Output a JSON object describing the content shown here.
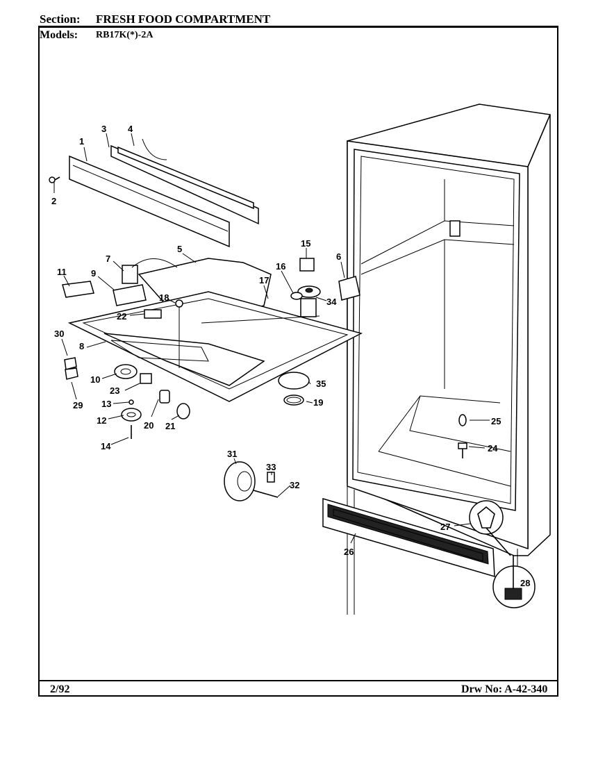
{
  "header": {
    "section_label": "Section:",
    "section_value": "FRESH FOOD COMPARTMENT",
    "models_label": "Models:",
    "models_value": "RB17K(*)-2A"
  },
  "footer": {
    "date": "2/92",
    "drawing_number": "Drw No: A-42-340"
  },
  "callouts": [
    "1",
    "2",
    "3",
    "4",
    "5",
    "6",
    "7",
    "8",
    "9",
    "10",
    "11",
    "12",
    "13",
    "14",
    "15",
    "16",
    "17",
    "18",
    "19",
    "20",
    "21",
    "22",
    "23",
    "24",
    "25",
    "26",
    "27",
    "28",
    "29",
    "30",
    "31",
    "32",
    "33",
    "34",
    "35"
  ]
}
